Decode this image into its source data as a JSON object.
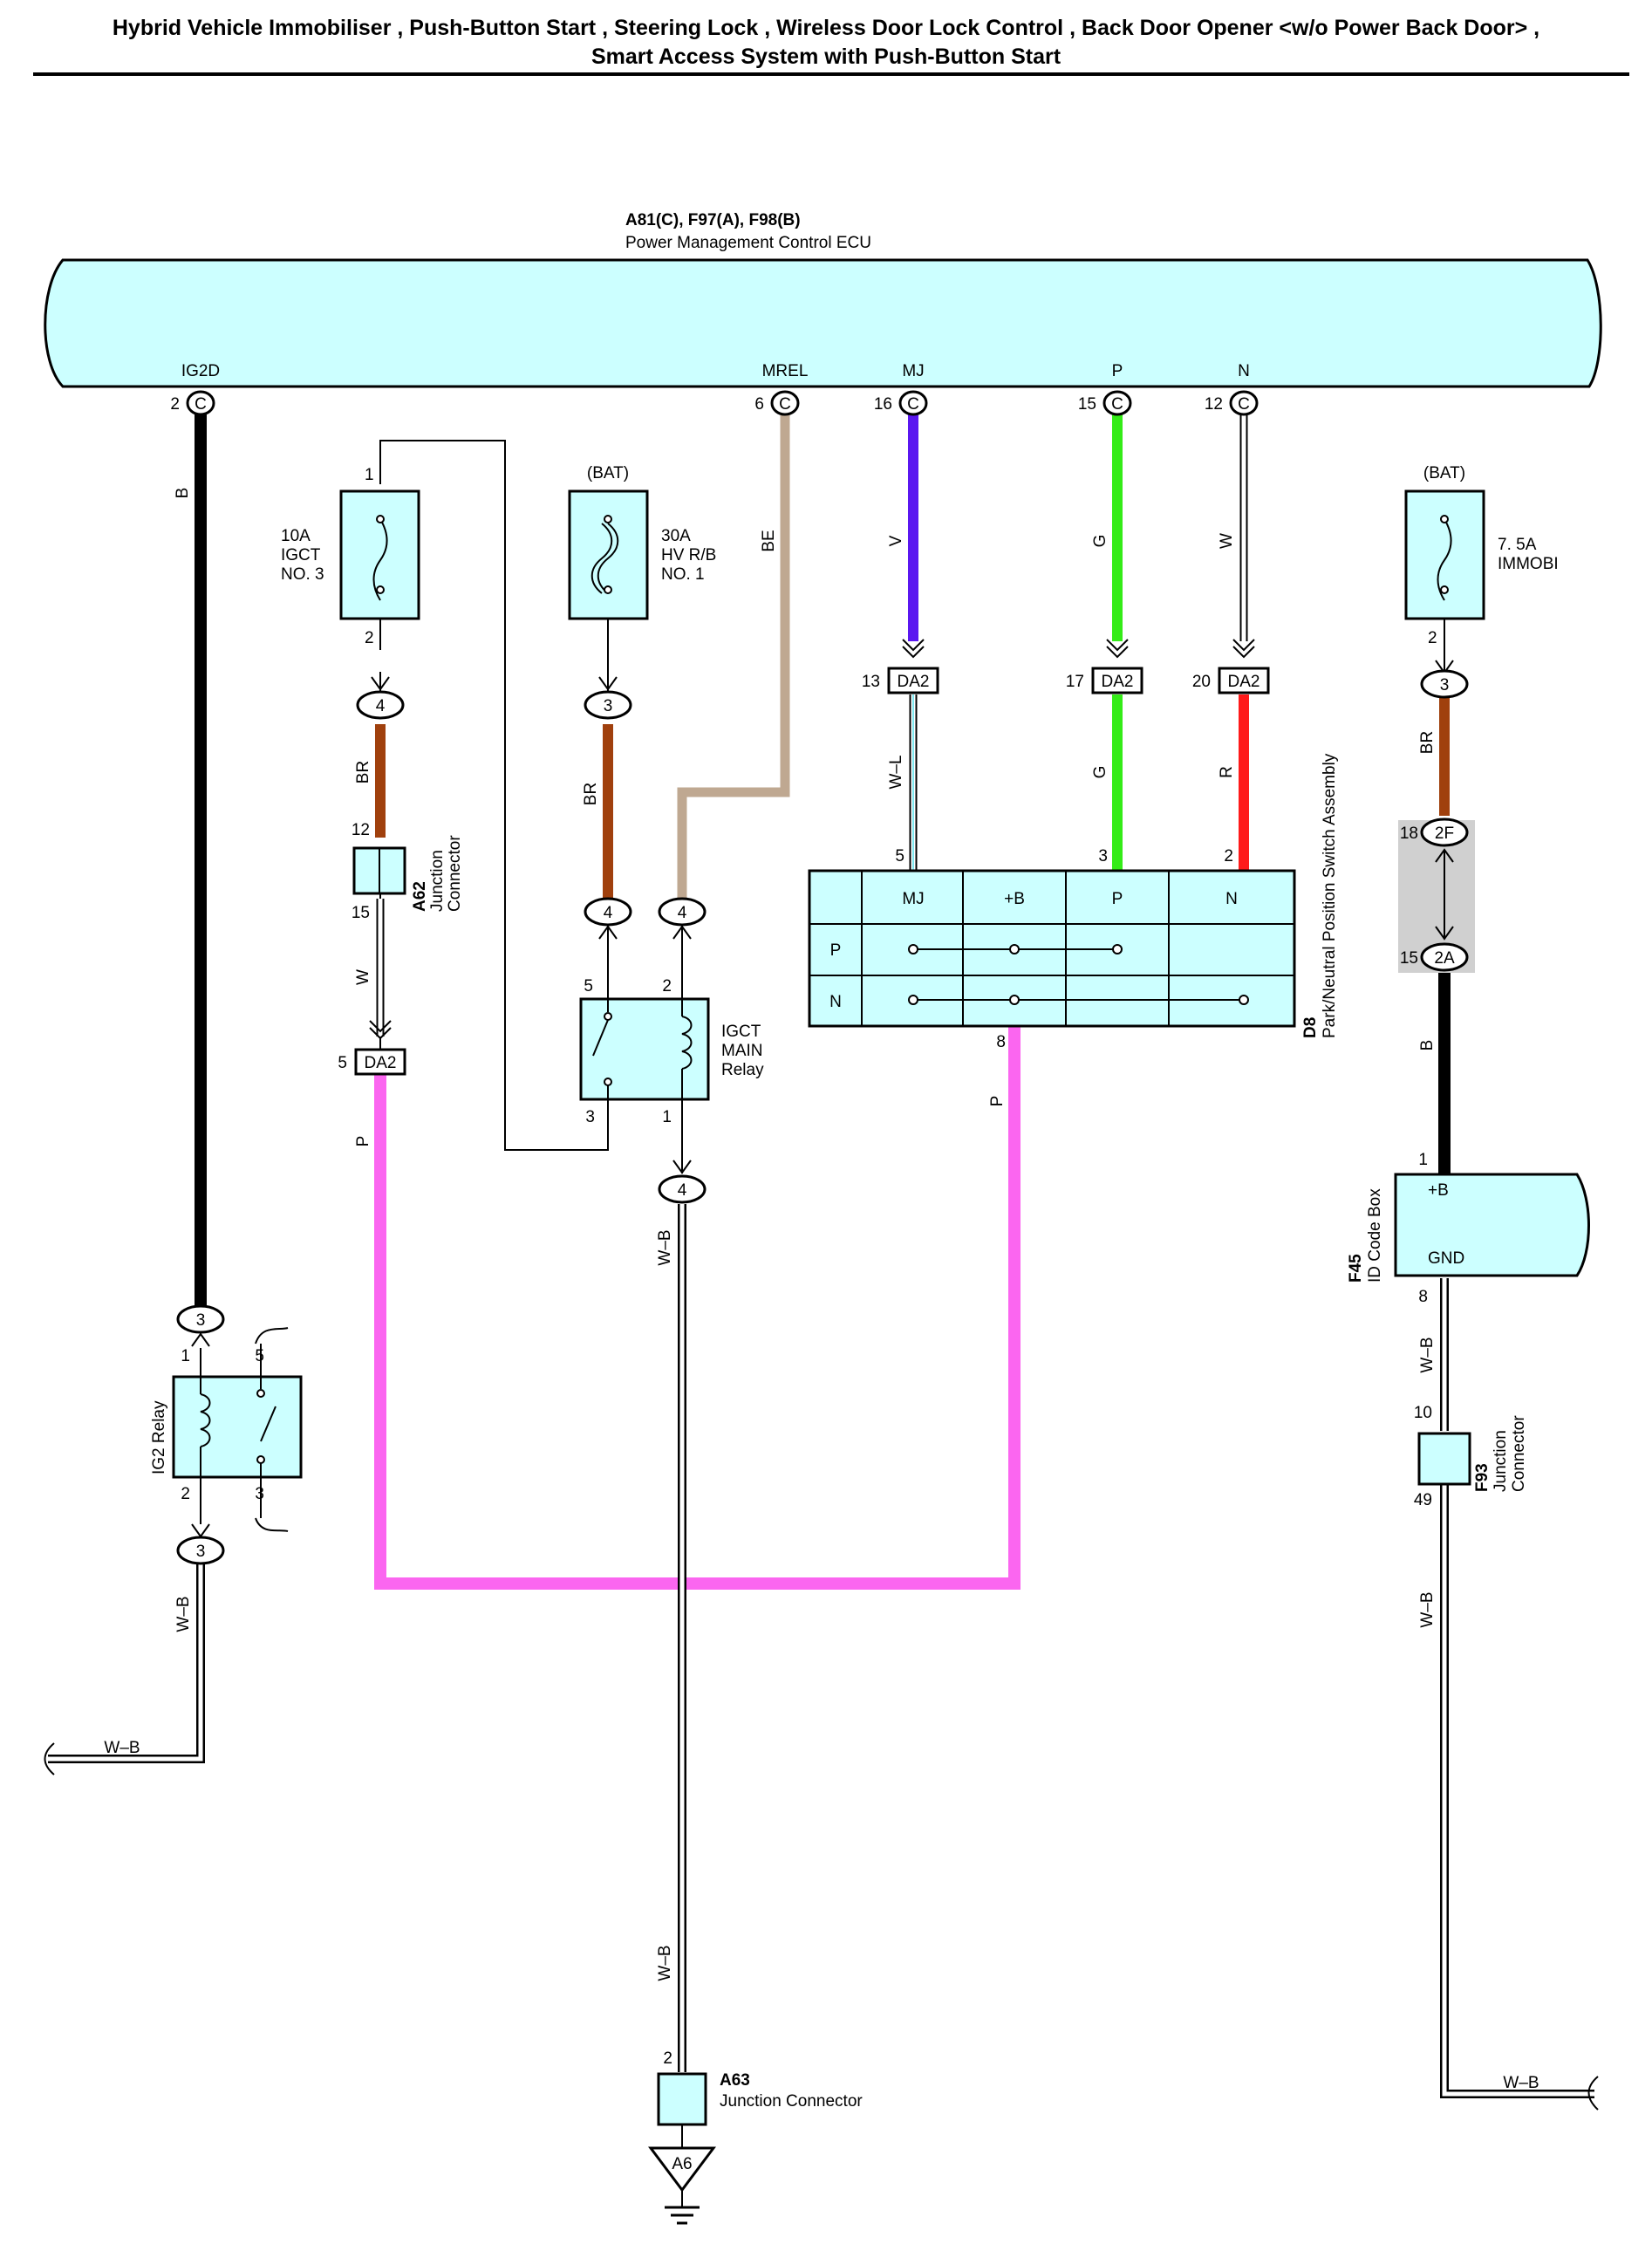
{
  "title": {
    "line1": "Hybrid Vehicle Immobiliser , Push-Button Start , Steering Lock , Wireless Door Lock Control , Back Door Opener <w/o Power Back Door> ,",
    "line2": "Smart Access System with Push-Button Start"
  },
  "ecu": {
    "ids": "A81(C), F97(A), F98(B)",
    "name": "Power Management Control ECU",
    "pins": [
      {
        "label": "IG2D",
        "num": "2",
        "conn": "C"
      },
      {
        "label": "MREL",
        "num": "6",
        "conn": "C"
      },
      {
        "label": "MJ",
        "num": "16",
        "conn": "C"
      },
      {
        "label": "P",
        "num": "15",
        "conn": "C"
      },
      {
        "label": "N",
        "num": "12",
        "conn": "C"
      }
    ]
  },
  "colors": {
    "B": "#000000",
    "BE": "#bfa891",
    "V": "#5a17f0",
    "G": "#34ec17",
    "W": "#ffffff",
    "BR": "#a0400d",
    "R": "#ff1a1a",
    "P": "#fb66f0",
    "W-L": "#7fe8f0",
    "W-B": "#ffffff",
    "component_fill": "#ccffff",
    "connector_fill": "#d0d0d0"
  },
  "wires": {
    "ig2d": "B",
    "mrel": "BE",
    "mj": "V",
    "p": "G",
    "n": "W",
    "mj_lower": "W–L",
    "p_lower": "G",
    "n_lower": "R",
    "igct_out": "BR",
    "hv_out": "BR",
    "a62_out": "W",
    "da2_left": "P",
    "d8_out": "P",
    "relay_out": "W–B",
    "a63_in": "W–B",
    "ig2_out": "W–B",
    "ig2_horiz": "W–B",
    "immobi_out": "BR",
    "conn_out": "B",
    "f45_out": "W–B",
    "f93_out": "W–B",
    "right_horiz": "W–B"
  },
  "fuses": {
    "igct": {
      "amp": "10A",
      "name1": "IGCT",
      "name2": "NO. 3",
      "pin_top": "1",
      "pin_bot": "2"
    },
    "hv": {
      "amp": "30A",
      "name1": "HV R/B",
      "name2": "NO. 1",
      "supply": "(BAT)"
    },
    "immobi": {
      "amp": "7. 5A",
      "name1": "IMMOBI",
      "supply": "(BAT)",
      "pin_bot": "2"
    }
  },
  "junction_pins": {
    "j_igct": "4",
    "j_hv": "3",
    "j_mrel": "4",
    "j_hv_low": "4",
    "j_relay_out": "4",
    "j_immobi": "3",
    "j_ig2_top": "3",
    "j_ig2_bot": "3"
  },
  "da2": {
    "label": "DA2",
    "left_pin": "5",
    "mj_pin": "13",
    "p_pin": "17",
    "n_pin": "20"
  },
  "a62": {
    "id": "A62",
    "name1": "Junction",
    "name2": "Connector",
    "pin_top": "12",
    "pin_bot": "15"
  },
  "igct_relay": {
    "name1": "IGCT",
    "name2": "MAIN",
    "name3": "Relay",
    "p5": "5",
    "p2": "2",
    "p3": "3",
    "p1": "1"
  },
  "d8": {
    "id": "D8",
    "name": "Park/Neutral Position Switch Assembly",
    "cols": [
      "MJ",
      "+B",
      "P",
      "N"
    ],
    "rows": [
      "P",
      "N"
    ],
    "pin_mj": "5",
    "pin_p": "3",
    "pin_n": "2",
    "pin_out": "8"
  },
  "ig2_relay": {
    "name": "IG2 Relay",
    "p1": "1",
    "p5": "5",
    "p2": "2",
    "p3": "3"
  },
  "a63": {
    "id": "A63",
    "name": "Junction Connector",
    "pin": "2"
  },
  "ground": {
    "label": "A6"
  },
  "conn_2f2a": {
    "top_label": "2F",
    "top_pin": "18",
    "bot_label": "2A",
    "bot_pin": "15"
  },
  "f45": {
    "id": "F45",
    "name": "ID Code Box",
    "pin_b": "+B",
    "pin_gnd": "GND",
    "num_in": "1",
    "num_out": "8"
  },
  "f93": {
    "id": "F93",
    "name1": "Junction",
    "name2": "Connector",
    "pin_top": "10",
    "pin_bot": "49"
  }
}
